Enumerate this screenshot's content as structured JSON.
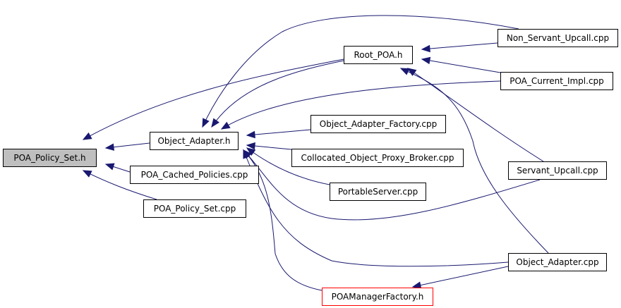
{
  "graph": {
    "title": "Include dependency graph",
    "edge_color": "#191970",
    "root_fill": "#bfbfbf",
    "highlight_border": "#ff0000",
    "nodes": [
      {
        "id": "poa_policy_set_h",
        "label": "POA_Policy_Set.h",
        "style": "root"
      },
      {
        "id": "object_adapter_h",
        "label": "Object_Adapter.h",
        "style": "normal"
      },
      {
        "id": "poa_cached_policies_cpp",
        "label": "POA_Cached_Policies.cpp",
        "style": "normal"
      },
      {
        "id": "poa_policy_set_cpp",
        "label": "POA_Policy_Set.cpp",
        "style": "normal"
      },
      {
        "id": "root_poa_h",
        "label": "Root_POA.h",
        "style": "normal"
      },
      {
        "id": "non_servant_upcall_cpp",
        "label": "Non_Servant_Upcall.cpp",
        "style": "normal"
      },
      {
        "id": "poa_current_impl_cpp",
        "label": "POA_Current_Impl.cpp",
        "style": "normal"
      },
      {
        "id": "object_adapter_factory_cpp",
        "label": "Object_Adapter_Factory.cpp",
        "style": "normal"
      },
      {
        "id": "collocated_object_proxy_broker_cpp",
        "label": "Collocated_Object_Proxy_Broker.cpp",
        "style": "normal"
      },
      {
        "id": "portableserver_cpp",
        "label": "PortableServer.cpp",
        "style": "normal"
      },
      {
        "id": "servant_upcall_cpp",
        "label": "Servant_Upcall.cpp",
        "style": "normal"
      },
      {
        "id": "object_adapter_cpp",
        "label": "Object_Adapter.cpp",
        "style": "normal"
      },
      {
        "id": "poamanagerfactory_h",
        "label": "POAManagerFactory.h",
        "style": "red"
      }
    ],
    "edges": [
      {
        "from": "object_adapter_h",
        "to": "poa_policy_set_h"
      },
      {
        "from": "poa_cached_policies_cpp",
        "to": "poa_policy_set_h"
      },
      {
        "from": "poa_policy_set_cpp",
        "to": "poa_policy_set_h"
      },
      {
        "from": "root_poa_h",
        "to": "poa_policy_set_h"
      },
      {
        "from": "root_poa_h",
        "to": "object_adapter_h"
      },
      {
        "from": "non_servant_upcall_cpp",
        "to": "object_adapter_h"
      },
      {
        "from": "poa_current_impl_cpp",
        "to": "object_adapter_h"
      },
      {
        "from": "object_adapter_factory_cpp",
        "to": "object_adapter_h"
      },
      {
        "from": "collocated_object_proxy_broker_cpp",
        "to": "object_adapter_h"
      },
      {
        "from": "portableserver_cpp",
        "to": "object_adapter_h"
      },
      {
        "from": "servant_upcall_cpp",
        "to": "object_adapter_h"
      },
      {
        "from": "object_adapter_cpp",
        "to": "object_adapter_h"
      },
      {
        "from": "poamanagerfactory_h",
        "to": "object_adapter_h"
      },
      {
        "from": "non_servant_upcall_cpp",
        "to": "root_poa_h"
      },
      {
        "from": "poa_current_impl_cpp",
        "to": "root_poa_h"
      },
      {
        "from": "servant_upcall_cpp",
        "to": "root_poa_h"
      },
      {
        "from": "object_adapter_cpp",
        "to": "root_poa_h"
      },
      {
        "from": "object_adapter_cpp",
        "to": "poamanagerfactory_h"
      }
    ]
  }
}
